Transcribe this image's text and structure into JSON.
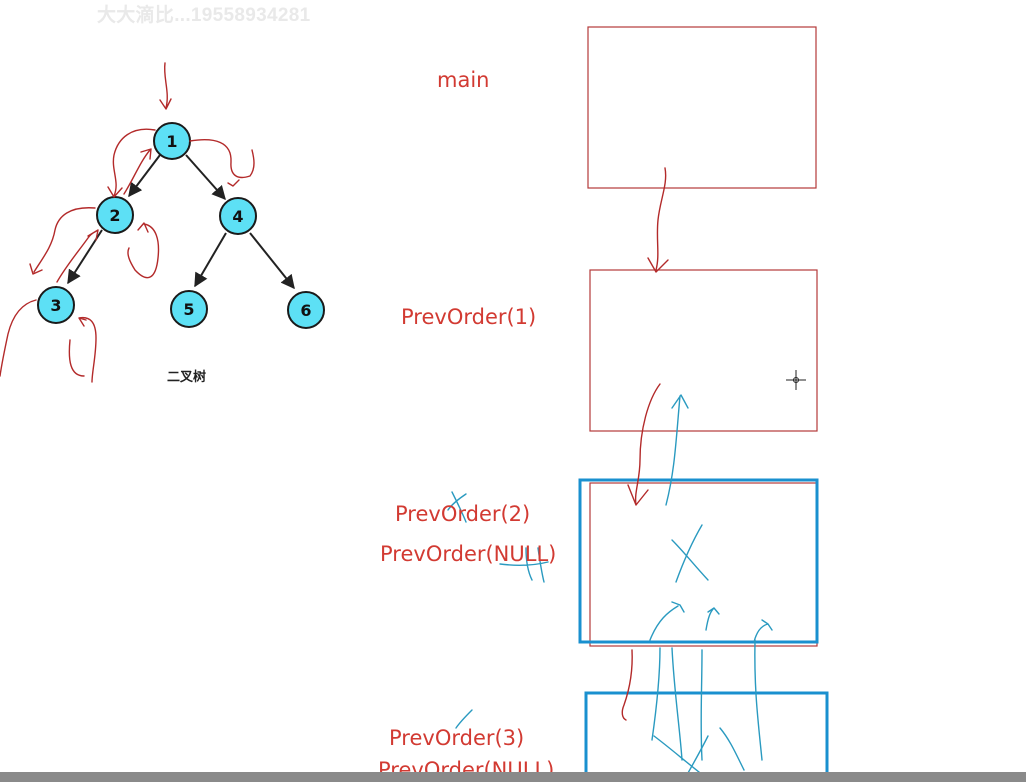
{
  "watermark": "大大滴比...19558934281",
  "tree": {
    "caption": "二叉树",
    "nodes": [
      "1",
      "2",
      "4",
      "3",
      "5",
      "6"
    ]
  },
  "frames": {
    "main": "main",
    "prev1": "PrevOrder(1)",
    "prev2": "PrevOrder(2)",
    "prev_null_a": "PrevOrder(NULL)",
    "prev3": "PrevOrder(3)",
    "prev_null_b": "PrevOrder(NULL)"
  },
  "colors": {
    "node_fill": "#5de0f5",
    "frame_red": "#b33a3a",
    "frame_blue": "#1a90cf",
    "ink_red": "#b32a2a",
    "ink_blue": "#2a9ac0",
    "label_red": "#d23a32"
  }
}
